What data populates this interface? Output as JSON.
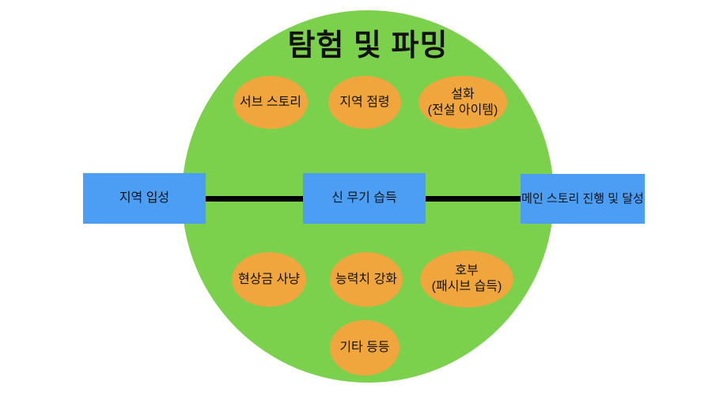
{
  "title": "탐험 및 파밍",
  "colors": {
    "background": "#ffffff",
    "circle_green": "#7bd14c",
    "ellipse_orange": "#f0a63d",
    "rect_blue": "#4c9ef5",
    "connector_black": "#000000",
    "text": "#111111"
  },
  "ellipses": [
    {
      "id": "sub-story",
      "label": "서브 스토리"
    },
    {
      "id": "area-capture",
      "label": "지역 점령"
    },
    {
      "id": "legend-item",
      "label": "설화\n(전설 아이템)"
    },
    {
      "id": "bounty-hunt",
      "label": "현상금 사냥"
    },
    {
      "id": "stat-upgrade",
      "label": "능력치 강화"
    },
    {
      "id": "talisman",
      "label": "호부\n(패시브 습득)"
    },
    {
      "id": "etc",
      "label": "기타 등등"
    }
  ],
  "rects": [
    {
      "id": "area-entry",
      "label": "지역 입성"
    },
    {
      "id": "new-weapon",
      "label": "신 무기 습득"
    },
    {
      "id": "main-story",
      "label": "메인 스토리 진행 및 달성"
    }
  ]
}
